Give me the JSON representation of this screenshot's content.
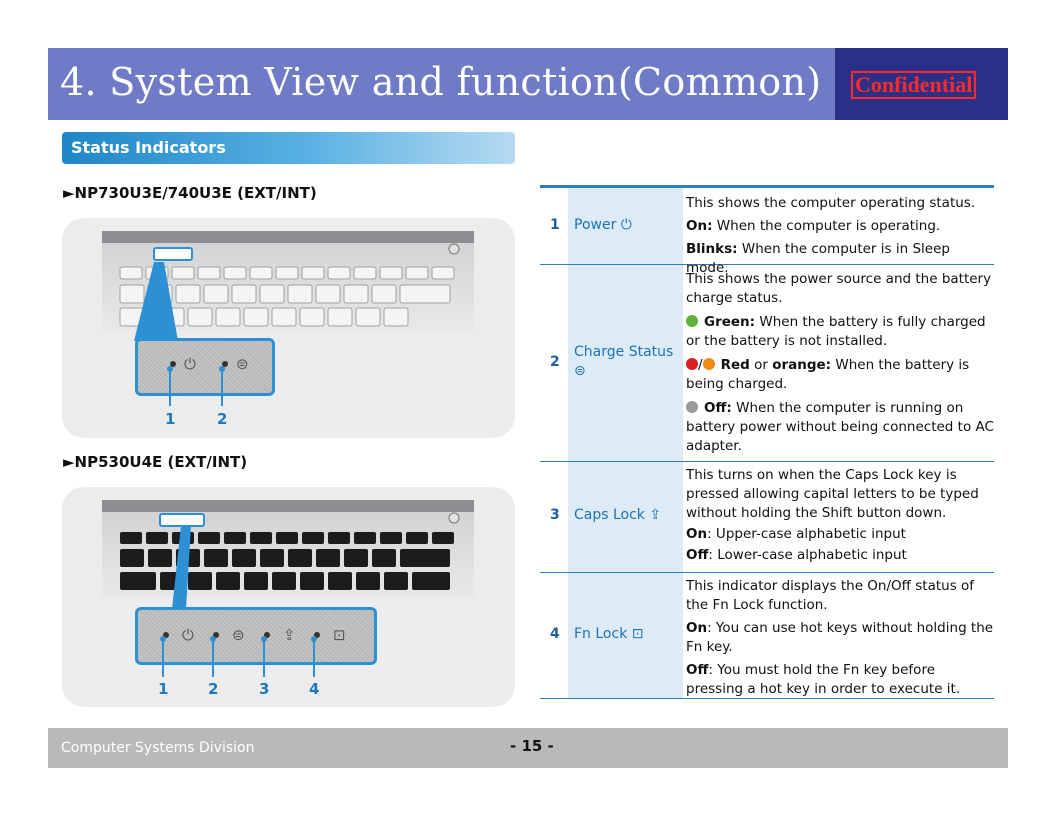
{
  "header": {
    "title": "4. System View and function(Common)",
    "confidential": "Confidential"
  },
  "section": {
    "title": "Status Indicators"
  },
  "models": [
    {
      "name": "►NP730U3E/740U3E (EXT/INT)",
      "callouts": [
        "1",
        "2"
      ]
    },
    {
      "name": "►NP530U4E (EXT/INT)",
      "callouts": [
        "1",
        "2",
        "3",
        "4"
      ]
    }
  ],
  "table": {
    "rows": [
      {
        "num": "1",
        "name": "Power",
        "icon": "power-icon",
        "lines": [
          {
            "bold": "",
            "text": "This shows the computer operating status."
          },
          {
            "bold": "On:",
            "text": " When the computer is operating."
          },
          {
            "bold": "Blinks:",
            "text": " When the computer is in Sleep mode."
          }
        ]
      },
      {
        "num": "2",
        "name": "Charge Status",
        "icon": "battery-charge-icon",
        "intro": "This shows the power source and the battery charge status.",
        "bullets": [
          {
            "color": "#5cb338",
            "bold": "Green:",
            "text": " When the battery is fully charged or the battery is not installed."
          },
          {
            "color": "#d91f1f",
            "color2": "#f08a17",
            "bold": "Red",
            "mid": " or ",
            "bold2": "orange:",
            "text": " When the battery is being charged."
          },
          {
            "color": "#9a9a9a",
            "bold": "Off:",
            "text": " When the computer is running on battery power without being connected to AC adapter."
          }
        ]
      },
      {
        "num": "3",
        "name": "Caps Lock",
        "icon": "caps-lock-icon",
        "intro": "This turns on when the Caps Lock key is pressed allowing capital letters to be typed without holding the Shift button down.",
        "lines": [
          {
            "bold": "On",
            "text": ": Upper-case alphabetic input"
          },
          {
            "bold": "Off",
            "text": ": Lower-case alphabetic input"
          }
        ]
      },
      {
        "num": "4",
        "name": "Fn Lock",
        "icon": "fn-lock-icon",
        "intro": "This indicator displays the On/Off status of the Fn Lock function.",
        "lines": [
          {
            "bold": "On",
            "text": ": You can use hot keys without holding the Fn key."
          },
          {
            "bold": "Off",
            "text": ": You must hold the Fn key before pressing a hot key in order to execute it."
          }
        ]
      }
    ]
  },
  "footer": {
    "division": "Computer Systems  Division",
    "page": "- 15 -"
  }
}
